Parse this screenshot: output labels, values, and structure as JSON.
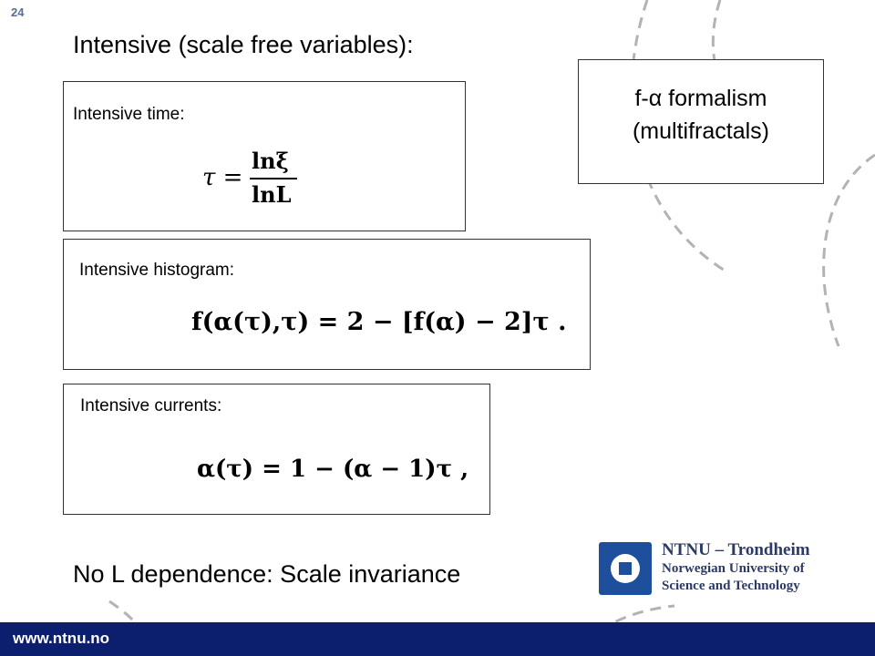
{
  "slide": {
    "number": "24"
  },
  "title": "Intensive (scale free variables):",
  "boxes": {
    "time": {
      "label": "Intensive time:"
    },
    "histogram": {
      "label": "Intensive histogram:"
    },
    "currents": {
      "label": "Intensive currents:"
    }
  },
  "formulas": {
    "time_lhs": "τ =",
    "time_num": "lnξ",
    "time_den": "lnL",
    "histogram": "f(α(τ),τ) = 2 − [f(α) − 2]τ .",
    "currents": "α(τ) = 1 − (α − 1)τ ,"
  },
  "formalism": {
    "line1": "f-α formalism",
    "line2": "(multifractals)"
  },
  "bottom": "No L dependence: Scale invariance",
  "footer": {
    "url": "www.ntnu.no"
  },
  "logo": {
    "line1": "NTNU – Trondheim",
    "line2": "Norwegian University of",
    "line3": "Science and Technology"
  },
  "colors": {
    "footer_bar": "#0b1f6e",
    "logo_blue": "#1e4f9c",
    "decoration": "#b3b3b3"
  }
}
